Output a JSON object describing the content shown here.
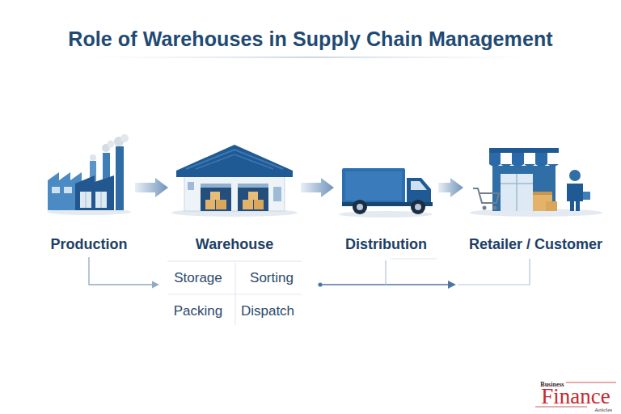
{
  "diagram": {
    "title": "Role of Warehouses in Supply Chain Management",
    "nodes": [
      {
        "text": [
          "Production"
        ]
      },
      {
        "text": [
          "Warehouse"
        ]
      },
      {
        "text": [
          "Distribution"
        ]
      },
      {
        "text": [
          "Retailer / Customer"
        ]
      }
    ],
    "edges": [
      {
        "from": 0,
        "to": 1,
        "arrow": "to"
      },
      {
        "from": 1,
        "to": 2,
        "arrow": "to"
      },
      {
        "from": 2,
        "to": 3,
        "arrow": "to"
      }
    ],
    "labels": [
      "Storage",
      "Sorting",
      "Packing",
      "Dispatch",
      "Business",
      "Finance",
      "Articles"
    ]
  }
}
